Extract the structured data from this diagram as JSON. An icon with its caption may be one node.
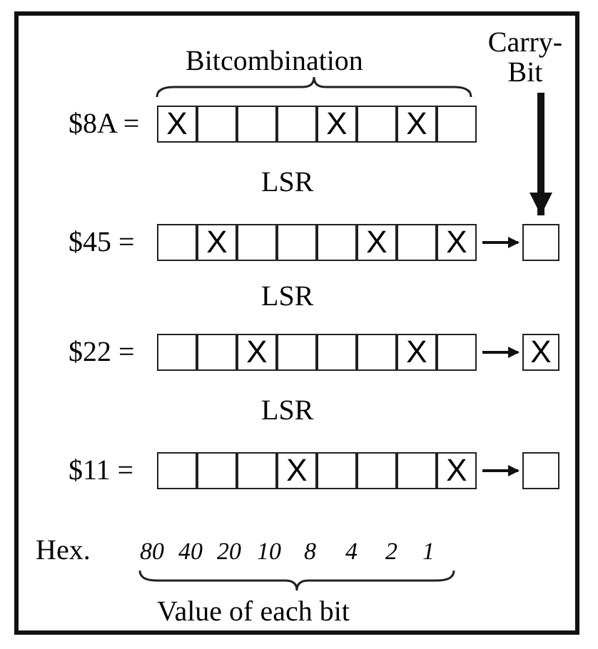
{
  "diagram": {
    "nodes": [
      {
        "text": [
          "Carry-Bit"
        ]
      },
      {
        "text": [
          "$8A ="
        ]
      },
      {
        "text": [
          "X"
        ],
        "in": 1
      },
      {
        "text": [],
        "shape": "box",
        "in": 1
      },
      {
        "text": [],
        "shape": "box",
        "in": 1
      },
      {
        "text": [],
        "shape": "box",
        "in": 1
      },
      {
        "text": [
          "X"
        ],
        "in": 1
      },
      {
        "text": [],
        "shape": "box",
        "in": 1
      },
      {
        "text": [
          "X"
        ],
        "in": 1
      },
      {
        "text": [],
        "shape": "box",
        "in": 1
      },
      {
        "text": [
          "$45 ="
        ]
      },
      {
        "text": [],
        "shape": "box",
        "in": 10
      },
      {
        "text": [
          "X"
        ],
        "in": 10
      },
      {
        "text": [],
        "shape": "box",
        "in": 10
      },
      {
        "text": [],
        "shape": "box",
        "in": 10
      },
      {
        "text": [],
        "shape": "box",
        "in": 10
      },
      {
        "text": [
          "X"
        ],
        "in": 10
      },
      {
        "text": [],
        "shape": "box",
        "in": 10
      },
      {
        "text": [
          "X"
        ],
        "in": 10
      },
      {
        "text": [],
        "shape": "box"
      },
      {
        "text": [
          "$22 ="
        ]
      },
      {
        "text": [],
        "shape": "box",
        "in": 20
      },
      {
        "text": [],
        "shape": "box",
        "in": 20
      },
      {
        "text": [
          "X"
        ],
        "in": 20
      },
      {
        "text": [],
        "shape": "box",
        "in": 20
      },
      {
        "text": [],
        "shape": "box",
        "in": 20
      },
      {
        "text": [],
        "shape": "box",
        "in": 20
      },
      {
        "text": [
          "X"
        ],
        "in": 20
      },
      {
        "text": [],
        "shape": "box",
        "in": 20
      },
      {
        "text": [
          "X"
        ]
      },
      {
        "text": [
          "$11 ="
        ]
      },
      {
        "text": [],
        "shape": "box",
        "in": 30
      },
      {
        "text": [],
        "shape": "box",
        "in": 30
      },
      {
        "text": [],
        "shape": "box",
        "in": 30
      },
      {
        "text": [
          "X"
        ],
        "in": 30
      },
      {
        "text": [],
        "shape": "box",
        "in": 30
      },
      {
        "text": [],
        "shape": "box",
        "in": 30
      },
      {
        "text": [],
        "shape": "box",
        "in": 30
      },
      {
        "text": [
          "X"
        ],
        "in": 30
      },
      {
        "text": [],
        "shape": "box"
      }
    ],
    "edges": [
      {
        "from": 0,
        "to": 19,
        "arrow": "to",
        "style": "thick"
      },
      {
        "from": 10,
        "to": 19,
        "arrow": "to"
      },
      {
        "from": 20,
        "to": 29,
        "arrow": "to"
      },
      {
        "from": 30,
        "to": 39,
        "arrow": "to"
      }
    ],
    "labels": [
      "Bitcombination",
      "LSR",
      "LSR",
      "LSR",
      "Hex.",
      "80",
      "40",
      "20",
      "10",
      "8",
      "4",
      "2",
      "1",
      "Value of each bit"
    ]
  }
}
